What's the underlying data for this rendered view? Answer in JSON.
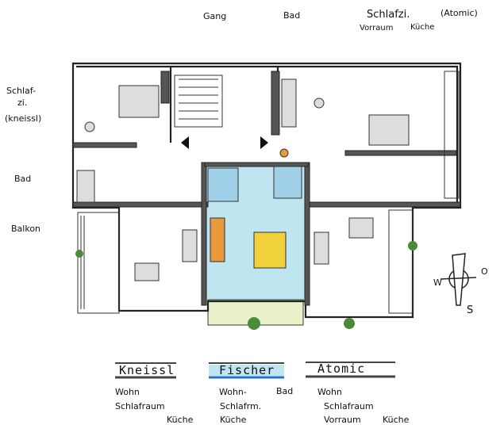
{
  "top_labels": {
    "gang": "Gang",
    "bad": "Bad",
    "schlafzi": "Schlafzi.",
    "atomic": "(Atomic)",
    "vorraum": "Vorraum",
    "kueche": "Küche"
  },
  "left_labels": {
    "schlafzi": "Schlaf-",
    "zi": "zi.",
    "kneissl": "(kneissl)",
    "bad": "Bad",
    "balkon": "Balkon"
  },
  "compass": {
    "west": "W",
    "east": "O",
    "south": "S"
  },
  "legend": [
    {
      "name": "Kneissl",
      "rooms": [
        "Wohn",
        "Schlafraum",
        "Küche"
      ],
      "color": "#444444"
    },
    {
      "name": "Fischer",
      "rooms": [
        "Wohn-",
        "Schlafrm.",
        "Küche",
        "Bad"
      ],
      "color": "#1e73c8"
    },
    {
      "name": "Atomic",
      "rooms": [
        "Wohn",
        "Schlafraum",
        "Vorraum",
        "Küche"
      ],
      "color": "#444444"
    }
  ],
  "colors": {
    "fischer_fill": "#bfe6f0",
    "bed": "#f2d23c",
    "balcony_green": "#e9f2c8"
  }
}
